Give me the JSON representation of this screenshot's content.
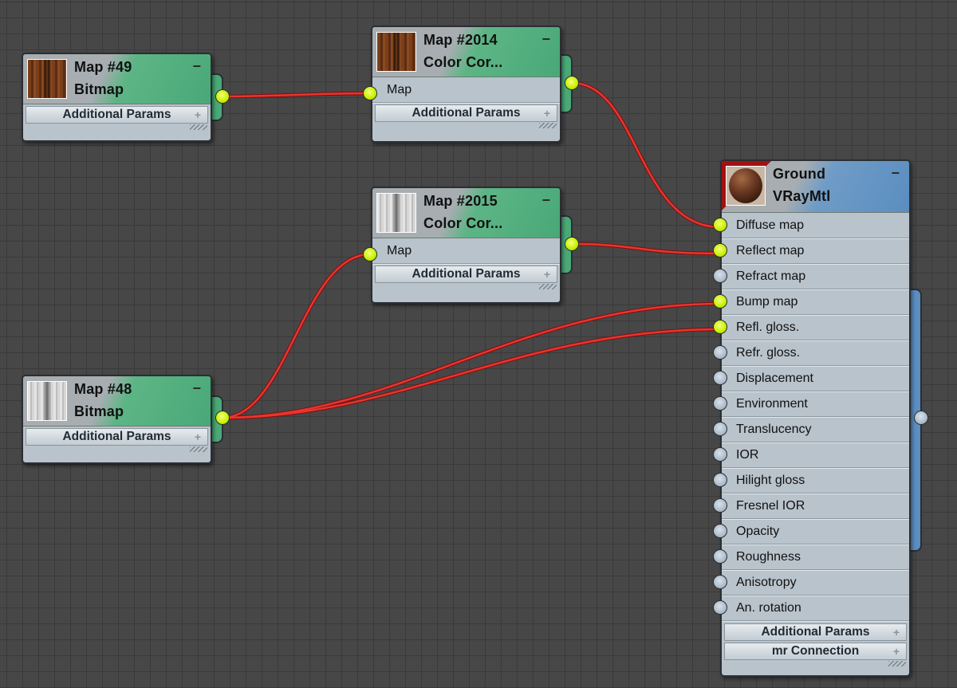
{
  "nodes": {
    "map49": {
      "title": "Map #49",
      "type": "Bitmap",
      "collapse": "−",
      "panel": "Additional Params",
      "panel_icon": "+"
    },
    "map2014": {
      "title": "Map #2014",
      "type": "Color  Cor...",
      "collapse": "−",
      "input": "Map",
      "panel": "Additional Params",
      "panel_icon": "+"
    },
    "map2015": {
      "title": "Map #2015",
      "type": "Color  Cor...",
      "collapse": "−",
      "input": "Map",
      "panel": "Additional Params",
      "panel_icon": "+"
    },
    "map48": {
      "title": "Map #48",
      "type": "Bitmap",
      "collapse": "−",
      "panel": "Additional Params",
      "panel_icon": "+"
    },
    "ground": {
      "title": "Ground",
      "type": "VRayMtl",
      "collapse": "−",
      "inputs": [
        {
          "label": "Diffuse map",
          "connected": true
        },
        {
          "label": "Reflect map",
          "connected": true
        },
        {
          "label": "Refract map",
          "connected": false
        },
        {
          "label": "Bump map",
          "connected": true
        },
        {
          "label": "Refl. gloss.",
          "connected": true
        },
        {
          "label": "Refr. gloss.",
          "connected": false
        },
        {
          "label": "Displacement",
          "connected": false
        },
        {
          "label": "Environment",
          "connected": false
        },
        {
          "label": "Translucency",
          "connected": false
        },
        {
          "label": "IOR",
          "connected": false
        },
        {
          "label": "Hilight gloss",
          "connected": false
        },
        {
          "label": "Fresnel IOR",
          "connected": false
        },
        {
          "label": "Opacity",
          "connected": false
        },
        {
          "label": "Roughness",
          "connected": false
        },
        {
          "label": "Anisotropy",
          "connected": false
        },
        {
          "label": "An. rotation",
          "connected": false
        }
      ],
      "panels": [
        {
          "label": "Additional Params",
          "icon": "+"
        },
        {
          "label": "mr Connection",
          "icon": "+"
        }
      ]
    }
  },
  "colors": {
    "background": "#474747",
    "map_header": "#49a878",
    "material_header": "#5a8dc0",
    "wire": "#e0302c",
    "port_connected": "#c8f000",
    "port_empty": "#a8b6c4"
  }
}
